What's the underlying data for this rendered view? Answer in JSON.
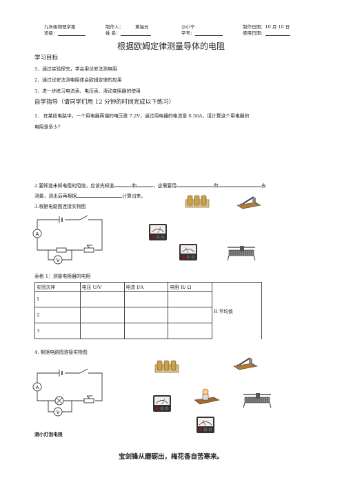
{
  "header": {
    "course": "九年级物理学案",
    "author_label": "制作人：",
    "author": "黄福元",
    "school": "沙小宁",
    "date": "制作日期：10 月 10 日",
    "class_label": "班级：",
    "name_label": "姓    名：",
    "id_label": "学号：",
    "use_date_label": "使用日期："
  },
  "title": "根据欧姆定律测量导体的电阻",
  "goals": {
    "heading": "学习目标",
    "items": [
      "1、通过实验探究，学会用伏安法测电阻",
      "2、通过伏安法测电阻体会欧姆定律的应用",
      "3、进一步练习电流表、电压表、滑动变阻器的使用"
    ]
  },
  "guide": {
    "heading": "自学指导（请同学们用 12 分钟的时间完成以下练习）"
  },
  "q1": {
    "number": "1.",
    "text_a": "在某段电路中，一个用电器两端的电压是 7.2V，通过用电器的电流是 0.36A，请计算这个用电器的",
    "text_b": "电阻是多少？"
  },
  "q2": {
    "part1": "2.要知道未知电阻的阻值，应该先知道",
    "part2": "和",
    "part3": "，这需要用",
    "part4": "和",
    "part5": "去",
    "part6": "测量，测出后再根据",
    "part7": "计算出来。"
  },
  "q3": {
    "text": "3.根据电路图连接实物图"
  },
  "table": {
    "caption": "表格 1：测量电阻器的电阻",
    "headers": [
      "实验次序",
      "电压 U/V",
      "电流 I/A",
      "电阻 R/ Ω",
      "R 平均值"
    ],
    "rows": [
      "1",
      "2",
      "3"
    ]
  },
  "q4": {
    "text": "4. 根据电路图连接实物图"
  },
  "circuit": {
    "ammeter": "A",
    "voltmeter": "V"
  },
  "caption_bulb": "测小灯泡电阻",
  "motto": "宝剑锋从磨砺出，梅花香自苦寒来。"
}
